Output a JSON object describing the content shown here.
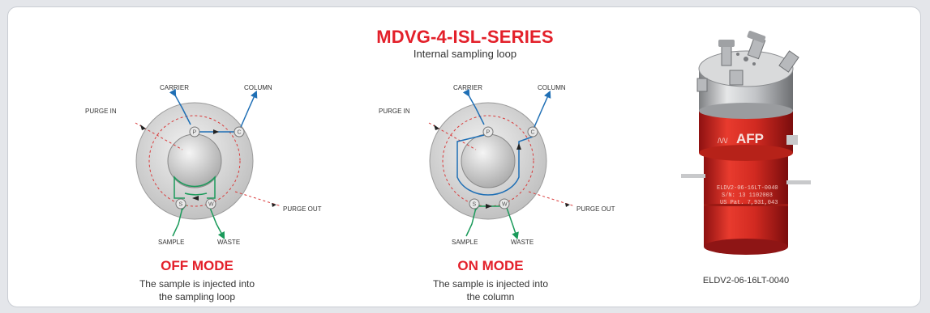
{
  "header": {
    "title": "MDVG-4-ISL-SERIES",
    "subtitle": "Internal sampling loop"
  },
  "labels": {
    "carrier": "CARRIER",
    "column": "COLUMN",
    "purge_in": "PURGE IN",
    "purge_out": "PURGE OUT",
    "sample": "SAMPLE",
    "waste": "WASTE",
    "port_p": "P",
    "port_c": "C",
    "port_s": "S",
    "port_w": "W"
  },
  "modes": [
    {
      "title": "OFF MODE",
      "desc_line1": "The sample is injected into",
      "desc_line2": "the sampling loop"
    },
    {
      "title": "ON MODE",
      "desc_line1": "The sample is injected into",
      "desc_line2": "the column"
    }
  ],
  "product": {
    "brand": "AFP",
    "engraving_1": "ELDV2-06-16LT-0040",
    "engraving_2": "S/N: 13 1102003",
    "engraving_3": "US Pat. 7,931,043",
    "caption": "ELDV2-06-16LT-0040"
  },
  "colors": {
    "accent_red": "#e3202a",
    "flow_blue": "#1f6fb5",
    "flow_green": "#1a9a5a",
    "purge_red": "#d93a3a"
  }
}
